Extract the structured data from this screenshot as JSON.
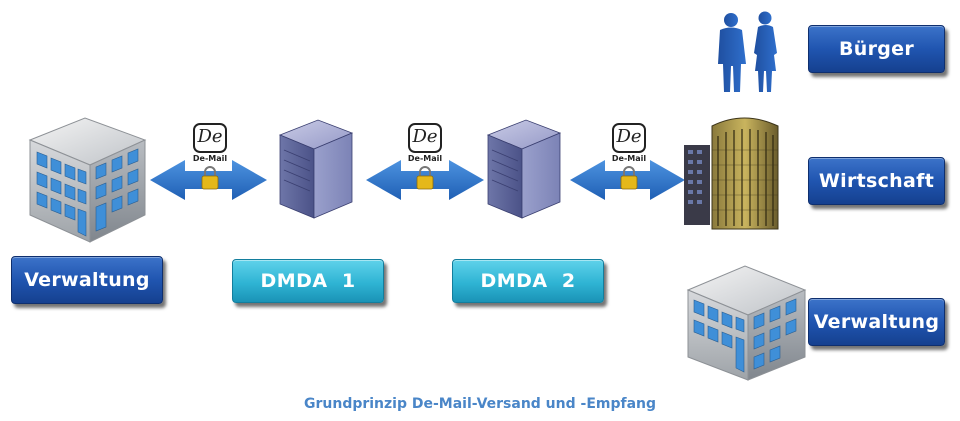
{
  "labels": {
    "verwaltung_left": "Verwaltung",
    "dmda1": "DMDA  1",
    "dmda2": "DMDA  2",
    "buerger": "Bürger",
    "wirtschaft": "Wirtschaft",
    "verwaltung_right": "Verwaltung"
  },
  "demail": {
    "logo_text": "De",
    "sub_text": "De-Mail"
  },
  "caption": "Grundprinzip De-Mail-Versand und -Empfang",
  "colors": {
    "label_blue": "#2055b0",
    "label_cyan": "#2fb4d4",
    "arrow": "#2b6fc6",
    "caption": "#4a86c8",
    "lock": "#e5b81a"
  }
}
